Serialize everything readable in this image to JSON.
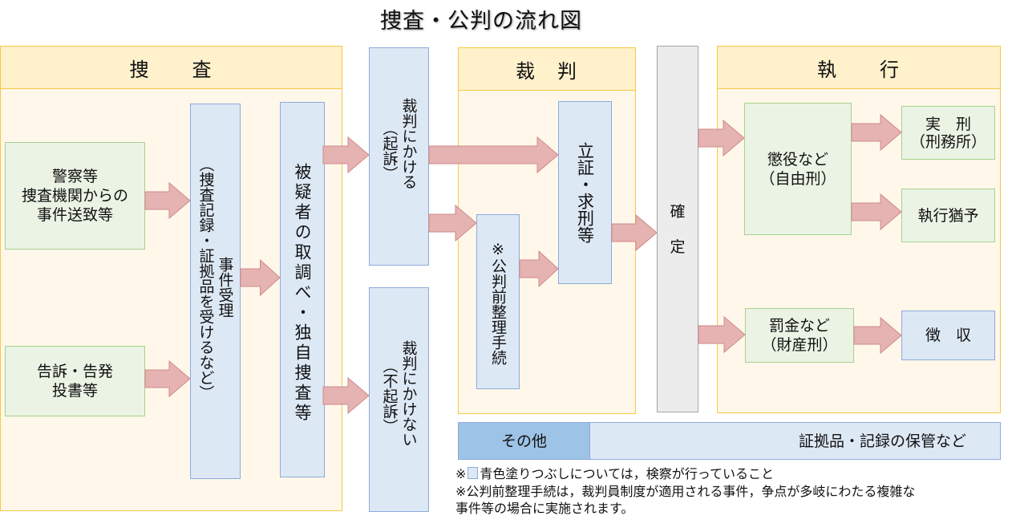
{
  "title": "捜査・公判の流れ図",
  "sections": {
    "investigation": {
      "label": "捜　　査"
    },
    "trial": {
      "label": "裁　判"
    },
    "execution": {
      "label": "執　　行"
    }
  },
  "nodes": {
    "police": "警察等\n捜査機関からの\n事件送致等",
    "complaint": "告訴・告発\n投書等",
    "case_receipt_main": "事件受理",
    "case_receipt_sub": "（捜査記録・証拠品を受けるなど）",
    "interrogation": "被疑者の取調べ・独自捜査等",
    "indict_main": "裁判にかける",
    "indict_sub": "（起訴）",
    "no_indict_main": "裁判にかけない",
    "no_indict_sub": "（不起訴）",
    "pretrial": "※公判前整理手続",
    "proof": "立証・求刑等",
    "finalized": "確\n\n定",
    "imprisonment": "懲役など\n（自由刑）",
    "prison": "実　刑\n（刑務所）",
    "suspended": "執行猶予",
    "fine": "罰金など\n（財産刑）",
    "collection": "徴　収"
  },
  "other": {
    "label": "その他",
    "value": "証拠品・記録の保管など"
  },
  "notes": {
    "note1_prefix": "※",
    "note1_text": "青色塗りつぶしについては，検察が行っていること",
    "note2": "※公判前整理手続は，裁判員制度が適用される事件，争点が多岐にわたる複雑な",
    "note3": "事件等の場合に実施されます。"
  },
  "colors": {
    "arrow_fill": "#e6b3b3",
    "arrow_stroke": "#d08a8a",
    "prosecution_blue": "#dde8f5",
    "section_border": "#f5c842"
  }
}
